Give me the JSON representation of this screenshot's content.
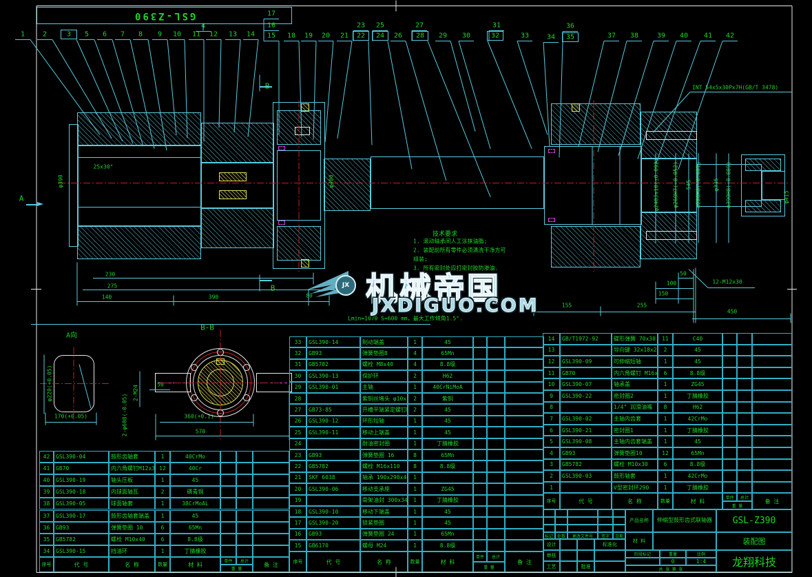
{
  "frame": {
    "zone_label": "GSL-Z390"
  },
  "annotations": {
    "spline_spec": "INT 54x5x30Px7H(GB/T 3478)",
    "section_a": "A",
    "section_b": "B",
    "view_a": "A向",
    "view_bb": "B-B",
    "length_note": "Lmin=1070  S=600    mm，最大工作倾角1.5°."
  },
  "balloons": [
    "1",
    "2",
    "3",
    "4",
    "5",
    "6",
    "7",
    "8",
    "9",
    "10",
    "11",
    "12",
    "13",
    "14",
    "15",
    "16",
    "17",
    "18",
    "19",
    "20",
    "21",
    "22",
    "23",
    "24",
    "25",
    "26",
    "27",
    "28",
    "29",
    "30",
    "31",
    "32",
    "33",
    "34",
    "35",
    "36",
    "37",
    "38",
    "39",
    "40",
    "41",
    "42"
  ],
  "dims": [
    "230",
    "275",
    "140",
    "390",
    "80",
    "50",
    "100",
    "150",
    "155",
    "255",
    "450",
    "12-M12x30",
    "25x30°",
    "φ390",
    "φ400",
    "φ240Js10(±0.092)",
    "φ260H7(+0.052)",
    "545",
    "φ280H8(+0.081)",
    "φ335",
    "φ390H8(+0.089)",
    "φ415",
    "φ220(+0.05)",
    "170(+0.05)",
    "50",
    "2-M24",
    "2-φ608(-0.05)",
    "360(+0.1)",
    "570"
  ],
  "notes": {
    "title": "技术要求",
    "lines": [
      "1. 滚动轴承间人工涂抹油脂;",
      "2. 装配前所有零件必须清洗干净方可",
      "组装;",
      "3. 所有密封处应打密封胶防渗油."
    ]
  },
  "watermark": {
    "cn": "机械帝国",
    "en": "JXDIGUO.COM",
    "badge": "JX"
  },
  "table_headers": {
    "no": "序号",
    "code": "代  号",
    "name": "名  称",
    "qty": "数量",
    "mat": "材  料",
    "unit": "单件",
    "total": "总计",
    "weight": "重  量",
    "remark": "备  注"
  },
  "bom_left": [
    [
      "42",
      "GSL390-04",
      "鼓形齿轴套",
      "1",
      "40CrMo"
    ],
    [
      "41",
      "GB70",
      "内六角螺钉M12x30",
      "12",
      "40Cr"
    ],
    [
      "40",
      "GSL390-19",
      "轴头压板",
      "1",
      "45"
    ],
    [
      "39",
      "GSL390-18",
      "内球面轴瓦",
      "2",
      "磷青铜"
    ],
    [
      "38",
      "GSL390-05",
      "球面轴套",
      "1",
      "38CrMoAL"
    ],
    [
      "37",
      "GSL390-17",
      "鼓形齿轴套端盖",
      "1",
      "45"
    ],
    [
      "36",
      "GB93",
      "弹簧垫圈 10",
      "6",
      "65Mn"
    ],
    [
      "35",
      "GB5782",
      "螺栓 M10x40",
      "6",
      "8.8级"
    ],
    [
      "34",
      "GSL390-15",
      "挡油环",
      "1",
      "丁腈橡胶"
    ]
  ],
  "bom_middle": [
    [
      "33",
      "GSL390-14",
      "制动端盖",
      "1",
      "45"
    ],
    [
      "32",
      "GB93",
      "弹簧垫圈8",
      "4",
      "65Mn"
    ],
    [
      "31",
      "GB5782",
      "螺栓 M8x40",
      "4",
      "8.8级"
    ],
    [
      "30",
      "GSL390-13",
      "保护环",
      "2",
      "H62"
    ],
    [
      "29",
      "GSL390-01",
      "主轴",
      "1",
      "40CrNiMoA"
    ],
    [
      "28",
      "",
      "紫铜丝堵头 φ10x10",
      "2",
      "紫铜"
    ],
    [
      "27",
      "GB73-85",
      "开槽平端紧定螺钉M10x12",
      "2",
      "45"
    ],
    [
      "26",
      "GSL390-12",
      "环形短轴",
      "1",
      "45"
    ],
    [
      "25",
      "GSL390-11",
      "移动上端盖",
      "1",
      "45"
    ],
    [
      "24",
      "",
      "耐油密封圈",
      "1",
      "丁腈橡胶"
    ],
    [
      "23",
      "GB93",
      "弹簧垫圈 16",
      "8",
      "65Mn"
    ],
    [
      "22",
      "GB5782",
      "螺栓 M16x110",
      "8",
      "8.8级"
    ],
    [
      "21",
      "SKF 6038",
      "轴承 190x290x46",
      "1",
      ""
    ],
    [
      "20",
      "GSL390-06",
      "移动支承座",
      "1",
      "ZG45"
    ],
    [
      "19",
      "",
      "骨架油封 300x340x18",
      "1",
      "丁腈橡胶"
    ],
    [
      "18",
      "GSL390-10",
      "移动下端盖",
      "1",
      "45"
    ],
    [
      "17",
      "GSL390-20",
      "锁紧垫圈",
      "1",
      "45"
    ],
    [
      "16",
      "GB93",
      "弹簧垫圈 24",
      "1",
      "65Mn"
    ],
    [
      "15",
      "GB6170",
      "螺母 M24",
      "1",
      "8.8级"
    ]
  ],
  "bom_right": [
    [
      "14",
      "GB/T1972-92",
      "碟形弹簧 70x30.5x25",
      "11",
      "C40"
    ],
    [
      "13",
      "",
      "导向键 32x18x200",
      "2",
      "45"
    ],
    [
      "12",
      "GSL390-09",
      "可伸缩短轴",
      "1",
      "45"
    ],
    [
      "11",
      "GB70",
      "内六角螺钉 M16x35",
      "6",
      "8.8级"
    ],
    [
      "10",
      "GSL390-07",
      "轴承盖",
      "1",
      "ZG45"
    ],
    [
      "9",
      "GSL390-22",
      "密封圈2",
      "1",
      "丁腈橡胶"
    ],
    [
      "8",
      "",
      "1/4\" 润滑油嘴",
      "8",
      "H62"
    ],
    [
      "7",
      "GSL390-02",
      "主轴内齿套",
      "1",
      "42CrMo"
    ],
    [
      "6",
      "GSL390-21",
      "密封圈1",
      "1",
      "丁腈橡胶"
    ],
    [
      "5",
      "GSL390-08",
      "主轴内齿套端盖",
      "1",
      "45"
    ],
    [
      "4",
      "GB93",
      "弹簧垫圈10",
      "12",
      "65Mn"
    ],
    [
      "3",
      "GB5782",
      "螺栓 M10x30",
      "6",
      "8.8级"
    ],
    [
      "2",
      "GSL390-03",
      "鼓形轴套",
      "1",
      "42CrMo"
    ],
    [
      "1",
      "",
      "V型密封环290",
      "1",
      "丁腈橡胶"
    ]
  ],
  "title_block": {
    "product_label": "产品名称",
    "product_name": "伸缩型鼓形齿式联轴器",
    "material_label": "材 料",
    "drawing_no": "GSL-Z390",
    "sheet_name": "装配图",
    "company": "龙翔科技",
    "rev_labels": [
      "标记",
      "处数",
      "更改文件号",
      "签字",
      "日期"
    ],
    "role_design": "设计",
    "role_check": "审核",
    "role_process": "工艺",
    "role_standard": "标准化",
    "role_approve": "批准",
    "stage_label": "阶段标记",
    "weight_label": "重量",
    "weight_value": "0",
    "scale_label": "比例",
    "scale_value": "1:4",
    "sheet_label": "共 张  第 张"
  }
}
